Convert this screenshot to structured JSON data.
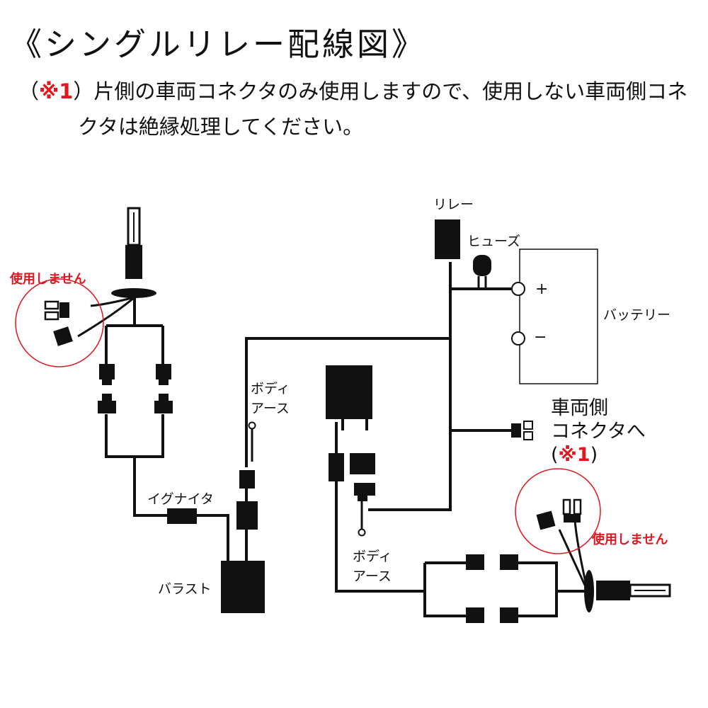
{
  "header": {
    "title": "《シングルリレー配線図》",
    "note_open": "（",
    "note_mark": "※1",
    "note_line1_rest": "）片側の車両コネクタのみ使用しますので、使用しない車両側コネ",
    "note_line2": "クタは絶縁処理してください。"
  },
  "labels": {
    "unused_left": "使用しません",
    "unused_right": "使用しません",
    "relay": "リレー",
    "fuse": "ヒューズ",
    "battery": "バッテリー",
    "plus": "+",
    "minus": "−",
    "body_earth_1_line1": "ボディ",
    "body_earth_1_line2": "アース",
    "body_earth_2_line1": "ボディ",
    "body_earth_2_line2": "アース",
    "vehicle_line1": "車両側",
    "vehicle_line2": "コネクタへ",
    "vehicle_mark_open": "(",
    "vehicle_mark": "※1",
    "vehicle_mark_close": ")",
    "igniter": "イグナイタ",
    "ballast": "バラスト"
  },
  "colors": {
    "line": "#111111",
    "accent_red": "#e0171f"
  }
}
